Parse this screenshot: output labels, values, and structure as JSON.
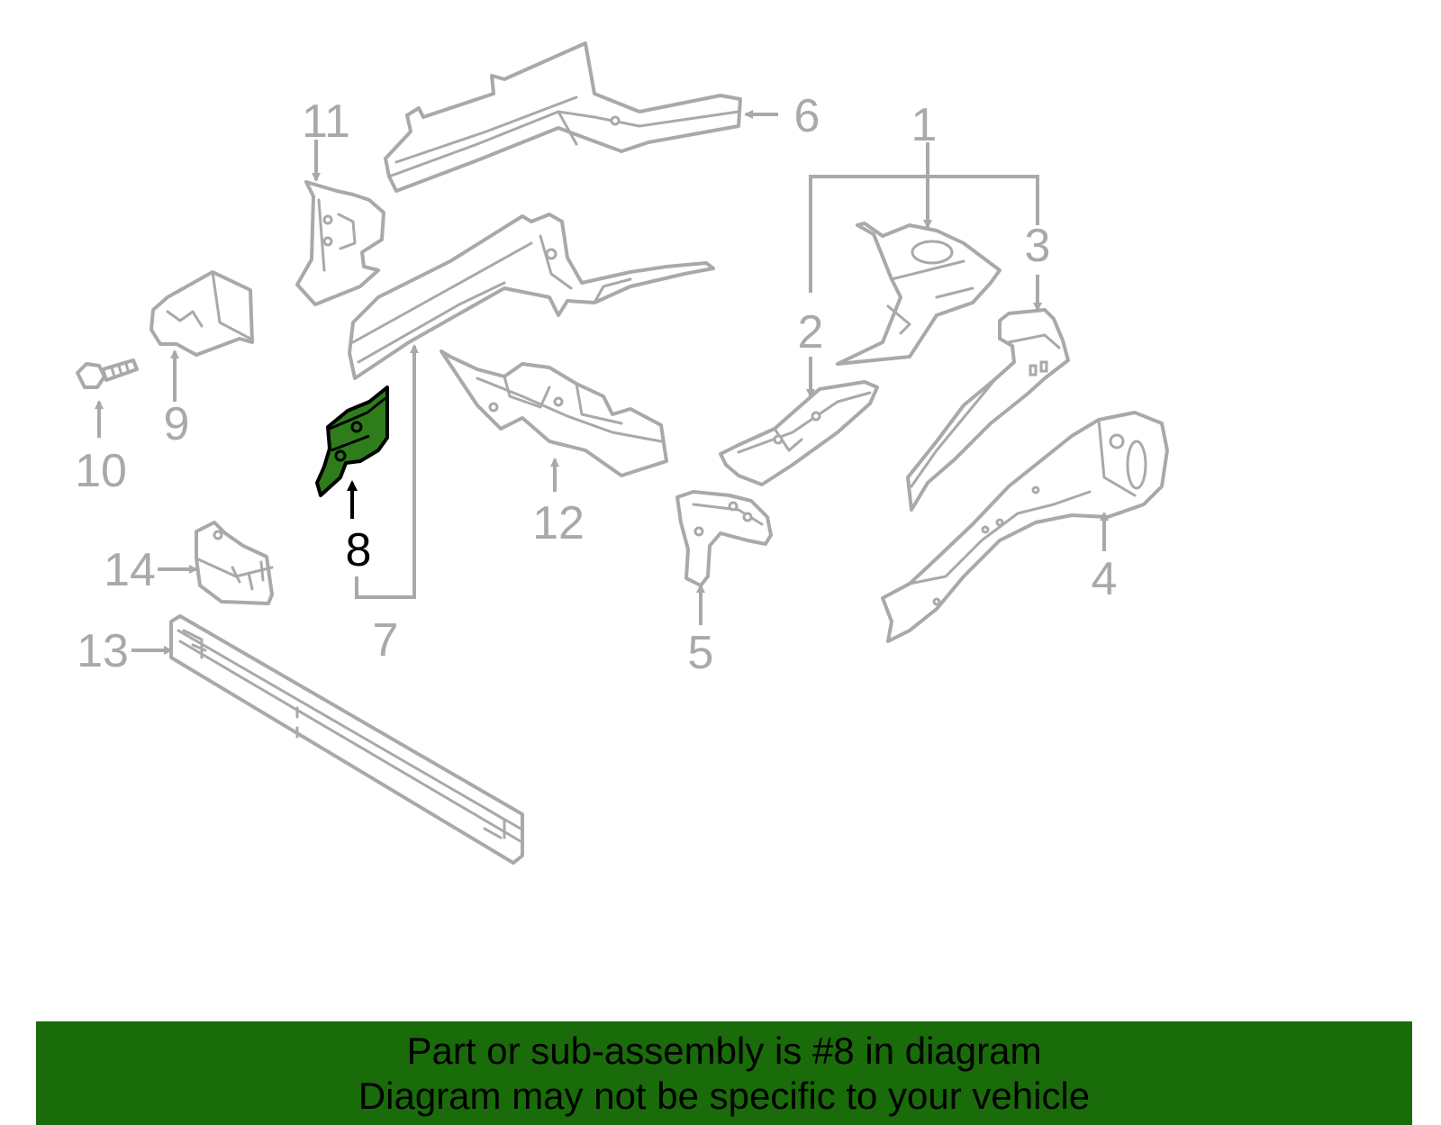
{
  "colors": {
    "part_outline": "#a9a9a9",
    "highlight_fill": "#2e7d1a",
    "highlight_outline": "#000000",
    "banner_background": "#1a6b0a",
    "banner_text": "#000000"
  },
  "highlighted_part": "8",
  "callouts": {
    "c1": "1",
    "c2": "2",
    "c3": "3",
    "c4": "4",
    "c5": "5",
    "c6": "6",
    "c7": "7",
    "c8": "8",
    "c9": "9",
    "c10": "10",
    "c11": "11",
    "c12": "12",
    "c13": "13",
    "c14": "14"
  },
  "banner": {
    "line1": "Part or sub-assembly is #8 in diagram",
    "line2": "Diagram may not be specific to your vehicle"
  }
}
